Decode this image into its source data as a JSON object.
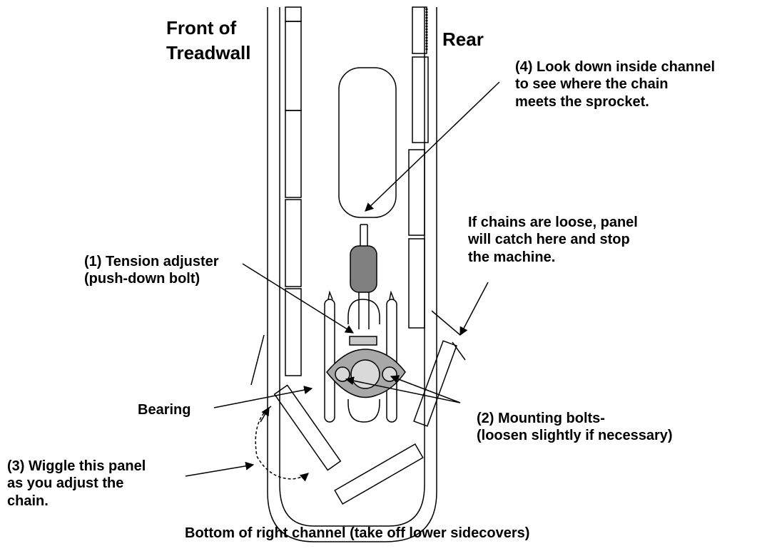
{
  "labels": {
    "front": "Front of\nTreadwall",
    "rear": "Rear",
    "look_down": "(4) Look down inside channel\nto see where the chain\nmeets the sprocket.",
    "loose_chain": "If chains are loose, panel\nwill catch here and stop\nthe machine.",
    "tension": "(1) Tension adjuster\n(push-down bolt)",
    "bearing": "Bearing",
    "mounting": "(2) Mounting bolts-\n(loosen slightly if necessary)",
    "wiggle": "(3) Wiggle this panel\nas you adjust the\nchain.",
    "caption": "Bottom of right channel (take off lower sidecovers)"
  },
  "colors": {
    "ink": "#000000",
    "plate_fill": "#a8a8a8",
    "bolt_fill": "#d9d9d9",
    "adjuster_fill": "#808080",
    "neck_fill": "#c8c8c8"
  }
}
